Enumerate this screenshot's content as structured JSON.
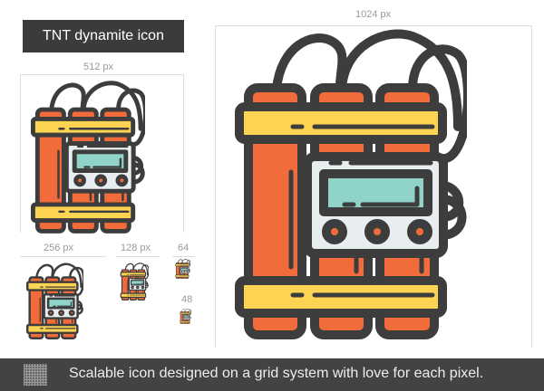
{
  "title": "TNT dynamite icon",
  "sizes": {
    "s1024": "1024 px",
    "s512": "512 px",
    "s256": "256 px",
    "s128": "128 px",
    "s64": "64",
    "s48": "48"
  },
  "footer": {
    "text": "Scalable icon designed on a grid system with love for each pixel.",
    "icon": "grid-icon"
  },
  "colors": {
    "stick": "#f26b3a",
    "band": "#fdd452",
    "screen": "#8fd3c9",
    "panel": "#e8edf0",
    "outline": "#3d3d3d",
    "footer_bg": "#434343"
  }
}
